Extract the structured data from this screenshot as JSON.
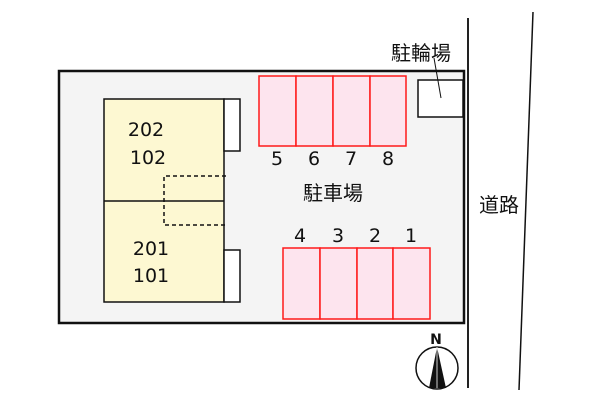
{
  "site_plan": {
    "building": {
      "upper_units": [
        "202",
        "102"
      ],
      "lower_units": [
        "201",
        "101"
      ]
    },
    "parking_label": "駐車場",
    "parking_top_numbers": [
      "5",
      "6",
      "7",
      "8"
    ],
    "parking_bottom_numbers": [
      "4",
      "3",
      "2",
      "1"
    ],
    "bicycle_parking_label": "駐輪場",
    "road_label": "道路",
    "compass_label": "N",
    "colors": {
      "site_fill": "#f4f4f4",
      "building_fill": "#fdf8d2",
      "parking_fill": "#fde4ee",
      "parking_stroke": "#ff1a1a"
    }
  }
}
